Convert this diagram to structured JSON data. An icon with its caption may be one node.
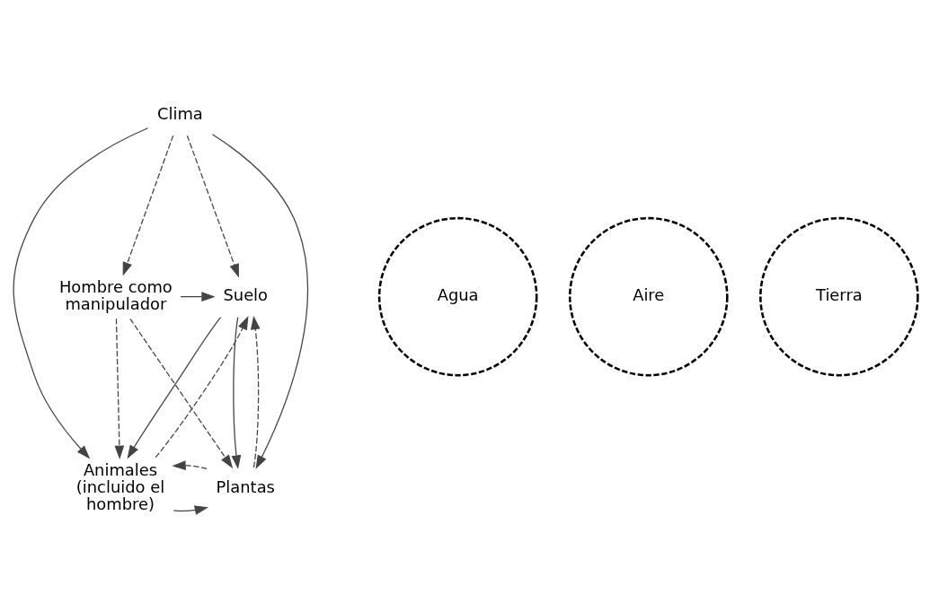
{
  "diagram": {
    "nodes": [
      {
        "text": [
          "Clima"
        ]
      },
      {
        "text": [
          "Aire"
        ]
      },
      {
        "text": [
          "Hombre como manipulador"
        ]
      },
      {
        "text": [
          "Agua"
        ]
      },
      {
        "text": [
          "Tierra"
        ]
      },
      {
        "text": [
          "Suelo"
        ]
      },
      {
        "text": [
          "Animales (incluido el hombre)"
        ]
      },
      {
        "text": [
          "Plantas"
        ]
      }
    ],
    "edges": [
      {
        "from": 0,
        "to": 2,
        "arrow": "to",
        "style": "dashed"
      },
      {
        "from": 0,
        "to": 6,
        "arrow": "to"
      },
      {
        "from": 0,
        "to": 7,
        "arrow": "to"
      },
      {
        "from": 0,
        "to": 5,
        "arrow": "to",
        "style": "dashed"
      },
      {
        "from": 2,
        "to": 5,
        "arrow": "to"
      },
      {
        "from": 2,
        "to": 6,
        "arrow": "to",
        "style": "dashed"
      },
      {
        "from": 2,
        "to": 7,
        "arrow": "to",
        "style": "dashed"
      },
      {
        "from": 5,
        "to": 6,
        "arrow": "to"
      },
      {
        "from": 6,
        "to": 5,
        "arrow": "to",
        "style": "dashed"
      },
      {
        "from": 7,
        "to": 5,
        "arrow": "to",
        "style": "dashed"
      },
      {
        "from": 5,
        "to": 7,
        "arrow": "to"
      },
      {
        "from": 6,
        "to": 7,
        "arrow": "to"
      },
      {
        "from": 7,
        "to": 6,
        "arrow": "to",
        "style": "dashed"
      }
    ]
  }
}
